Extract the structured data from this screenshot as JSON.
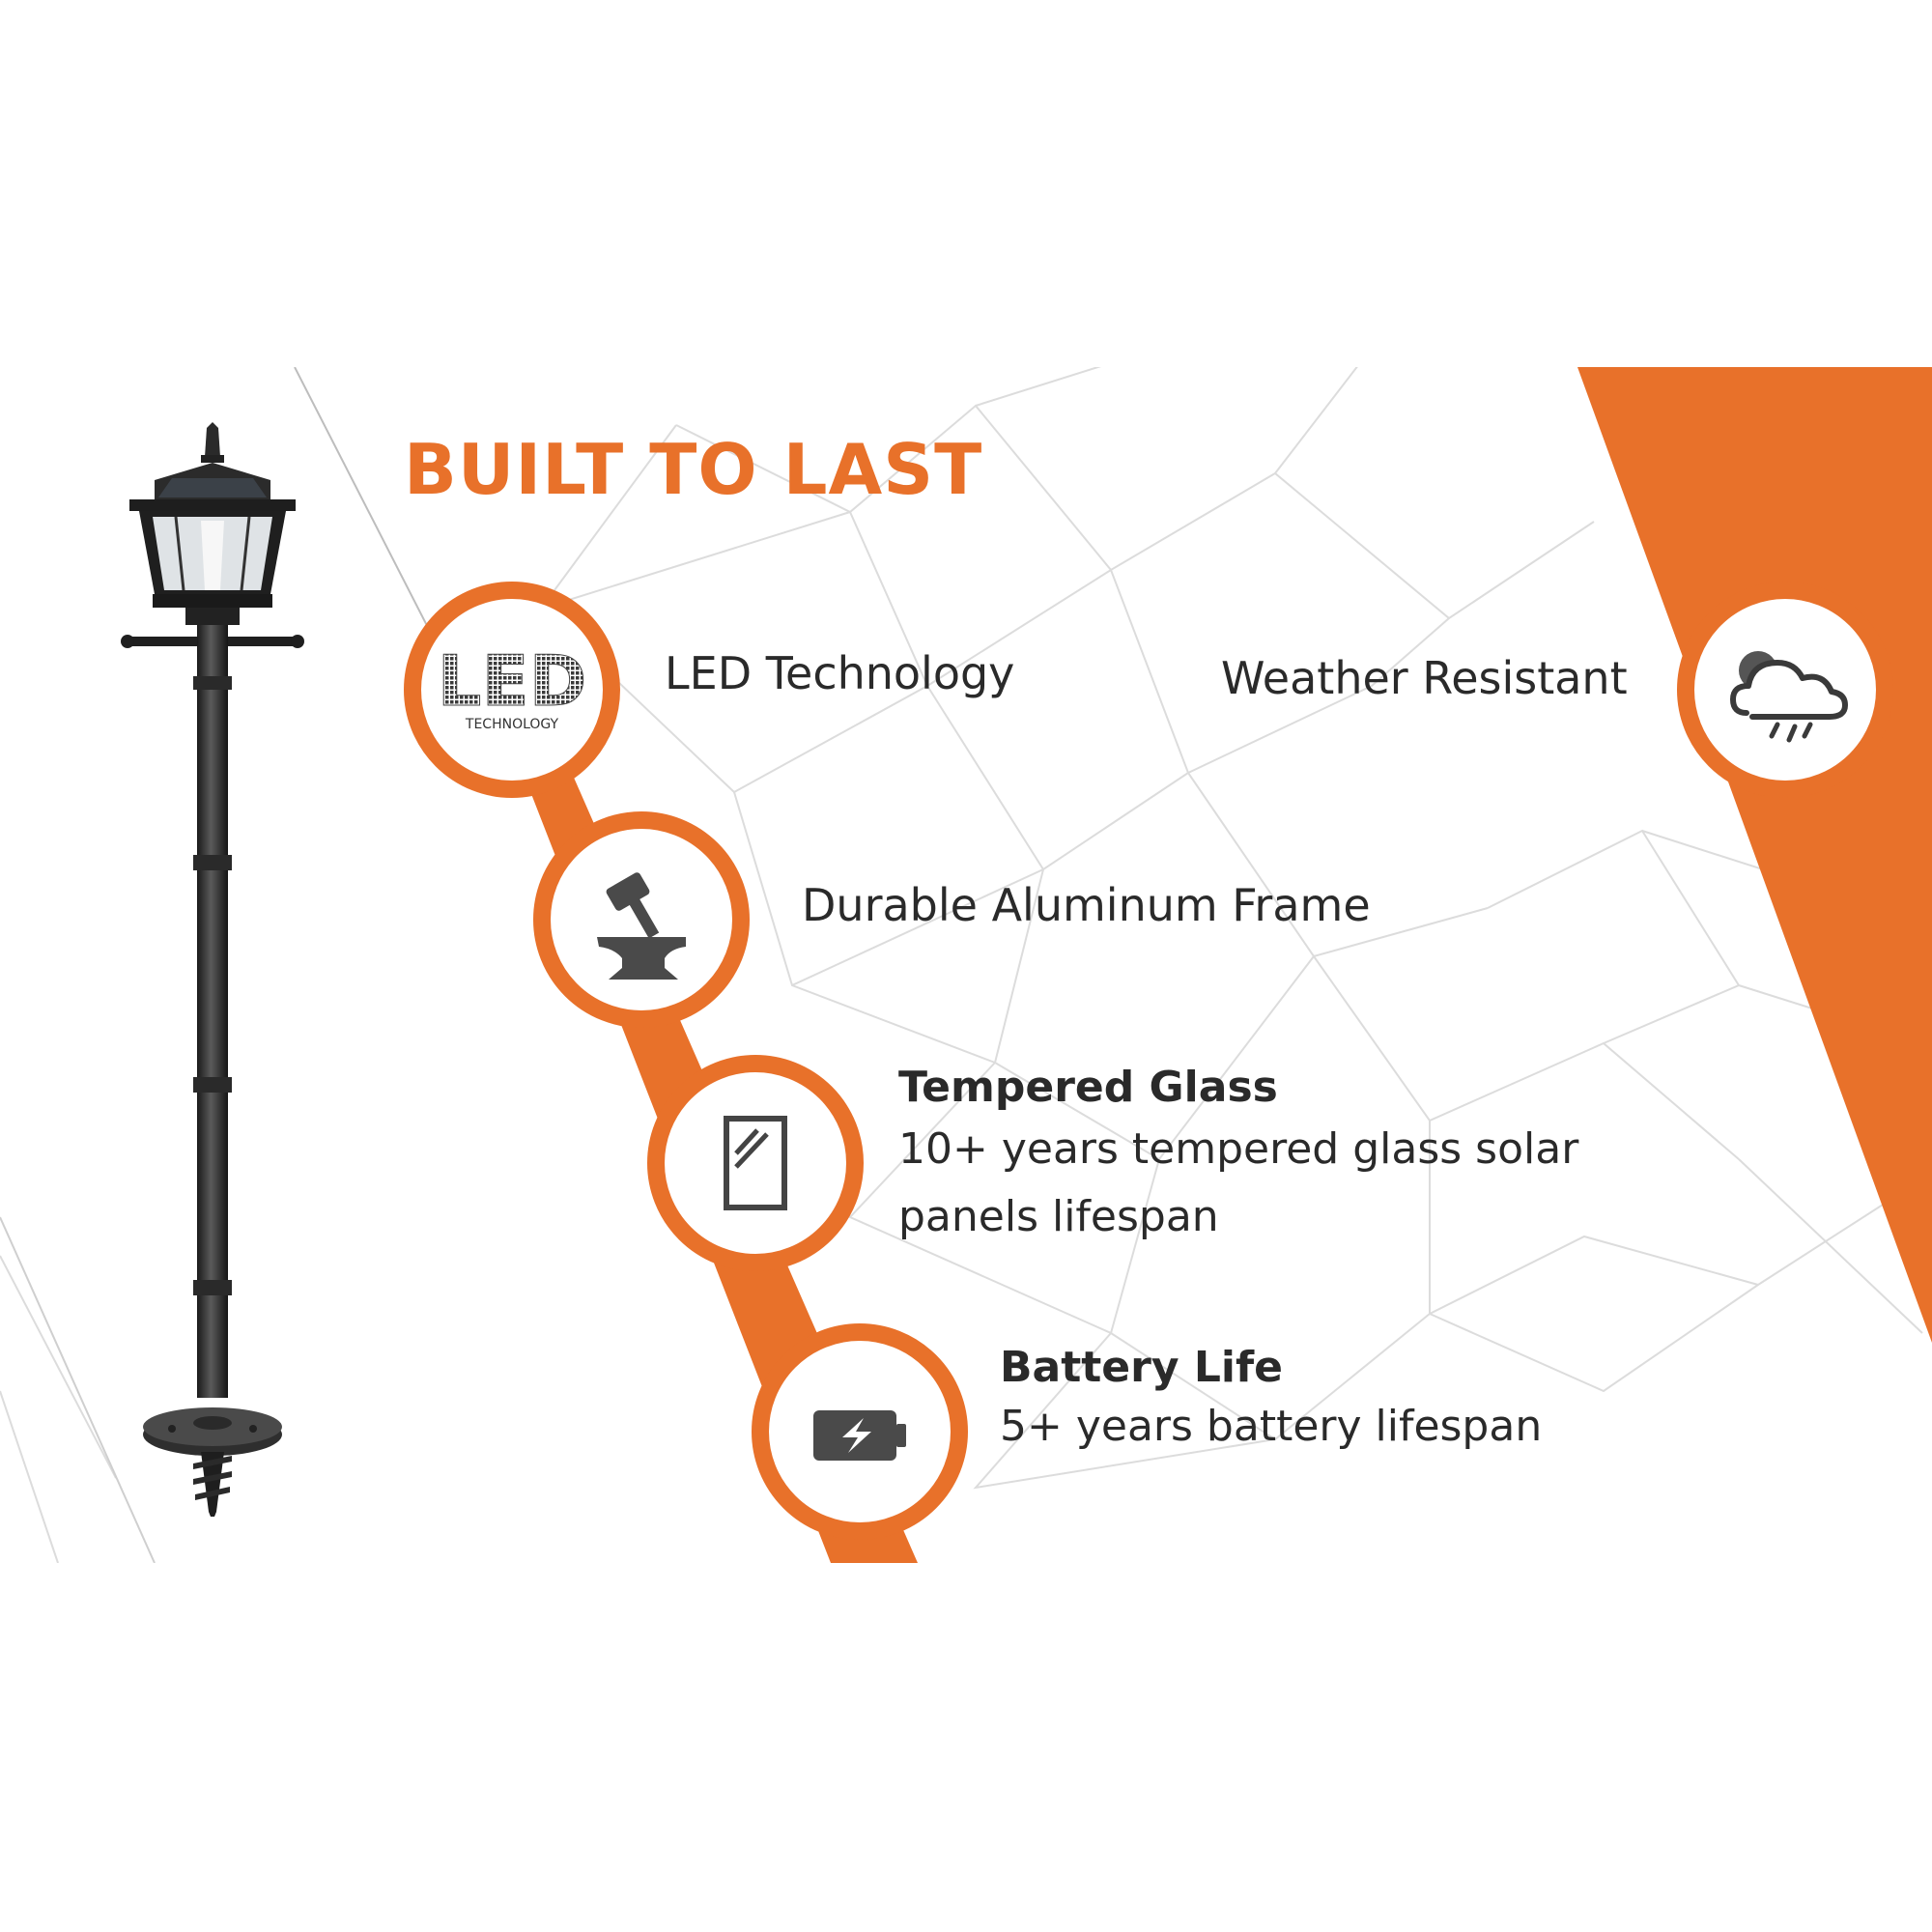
{
  "title": "BUILT TO LAST",
  "colors": {
    "accent": "#E8712A",
    "text": "#2a2a2a",
    "icon": "#4a4a4a"
  },
  "product_image": "black solar lamp post with ground spike",
  "features": [
    {
      "icon": "led-technology-icon",
      "label": "LED Technology",
      "badge_text": "LED",
      "badge_subtext": "TECHNOLOGY"
    },
    {
      "icon": "cloud-rain-icon",
      "label": "Weather Resistant"
    },
    {
      "icon": "hammer-anvil-icon",
      "label": "Durable Aluminum Frame"
    },
    {
      "icon": "glass-pane-icon",
      "label": "Tempered Glass",
      "description": "10+ years tempered glass solar panels lifespan"
    },
    {
      "icon": "battery-charging-icon",
      "label": "Battery Life",
      "description": "5+ years battery lifespan"
    }
  ]
}
